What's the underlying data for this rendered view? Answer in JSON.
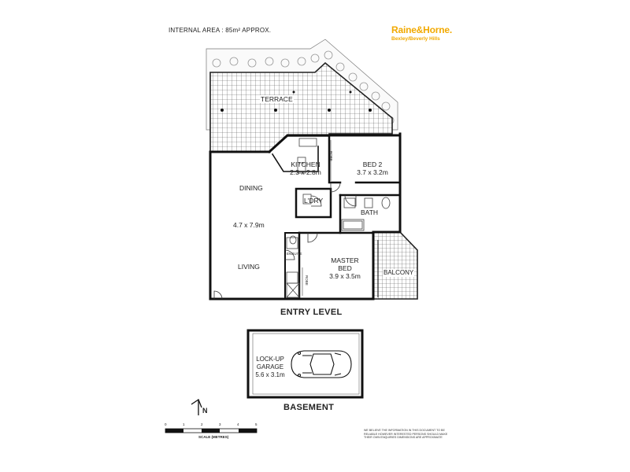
{
  "header": {
    "internal_area": "INTERNAL AREA : 85m² APPROX."
  },
  "logo": {
    "brand": "Raine&Horne.",
    "office": "Bexley/Beverly Hills",
    "color": "#f2a900"
  },
  "rooms": {
    "terrace": "TERRACE",
    "kitchen_name": "KITCHEN",
    "kitchen_size": "2.3 x 2.8m",
    "bed2_name": "BED 2",
    "bed2_size": "3.7 x 3.2m",
    "dining": "DINING",
    "laundry": "L'DRY",
    "bath": "BATH",
    "living_size": "4.7 x 7.9m",
    "living": "LIVING",
    "master_name": "MASTER",
    "master_name2": "BED",
    "master_size": "3.9 x 3.5m",
    "balcony": "BALCONY",
    "ensuite": "ENSUITE",
    "robe": "ROBE",
    "robe2": "ROBE",
    "fridge": "FR"
  },
  "levels": {
    "entry": "ENTRY LEVEL",
    "basement": "BASEMENT"
  },
  "garage": {
    "line1": "LOCK-UP",
    "line2": "GARAGE",
    "size": "5.6 x 3.1m"
  },
  "scale": {
    "label": "SCALE (METRES)",
    "ticks": [
      "0",
      "1",
      "2",
      "3",
      "4",
      "5"
    ],
    "north": "N"
  },
  "disclaimer": {
    "line1": "WE BELIEVE THE INFORMATION IN THIS DOCUMENT TO BE",
    "line2": "RELIABLE HOWEVER INTERESTED PERSONS SHOULD MAKE",
    "line3": "THEIR OWN ENQUIRIES DIMENSIONS ARE APPROXIMATE"
  }
}
